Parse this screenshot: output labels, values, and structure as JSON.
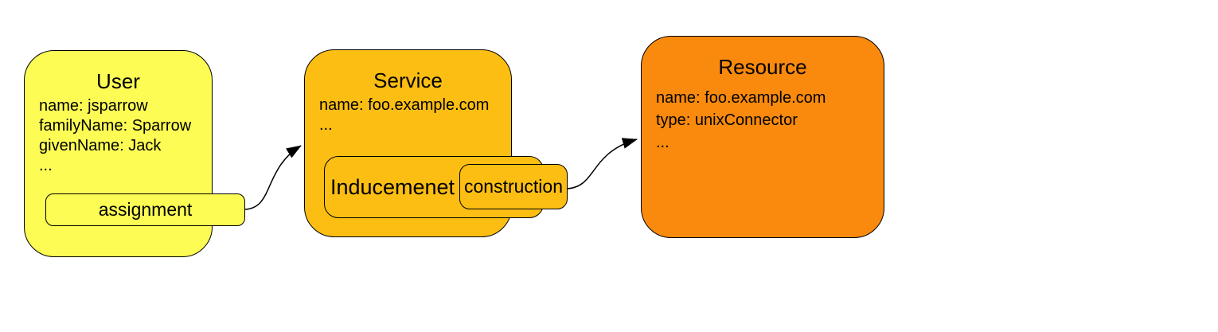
{
  "diagram": {
    "background": "#ffffff",
    "stroke_color": "#000000",
    "nodes": {
      "user": {
        "title": "User",
        "lines": [
          "name: jsparrow",
          "familyName: Sparrow",
          "givenName: Jack",
          "..."
        ],
        "fill": "#fcfc54",
        "tag": {
          "label": "assignment",
          "fill": "#fcfc54"
        }
      },
      "service": {
        "title": "Service",
        "lines": [
          "name: foo.example.com",
          "..."
        ],
        "fill": "#fcbe13",
        "tags": {
          "inducement": {
            "label": "Inducemenet",
            "fill": "#fcbe13"
          },
          "construction": {
            "label": "construction",
            "fill": "#fcbe13"
          }
        }
      },
      "resource": {
        "title": "Resource",
        "lines": [
          "name: foo.example.com",
          "type: unixConnector",
          "..."
        ],
        "fill": "#f98a0d"
      }
    },
    "edges": [
      {
        "from": "assignment",
        "to": "Service"
      },
      {
        "from": "construction",
        "to": "Resource"
      }
    ]
  }
}
